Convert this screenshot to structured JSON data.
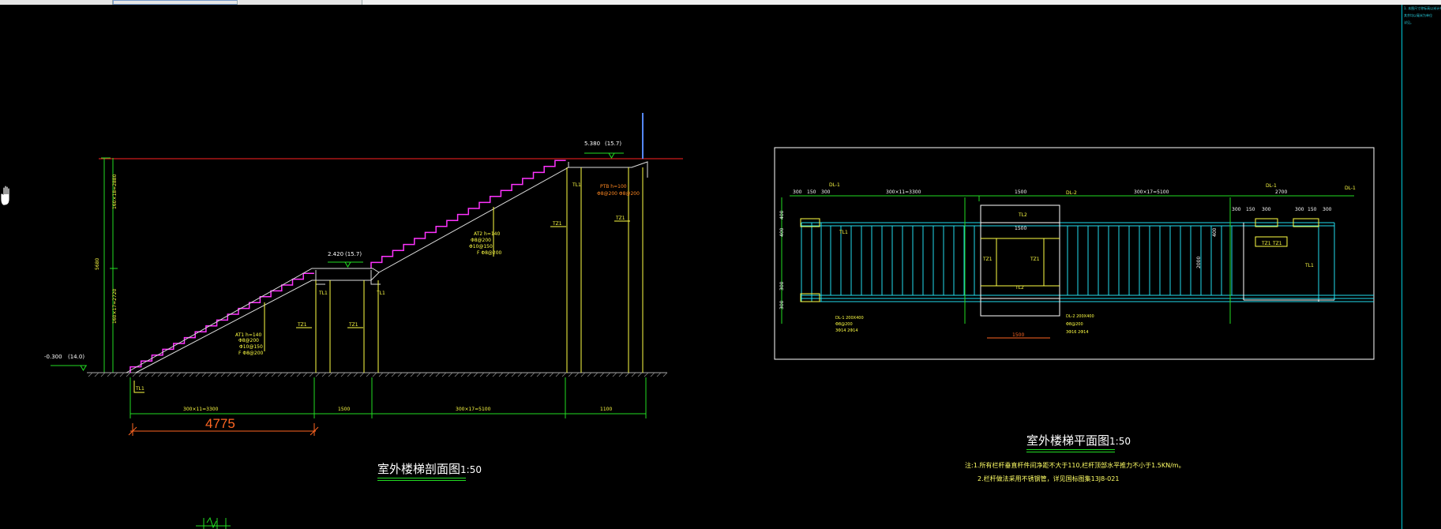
{
  "tabs": [
    "",
    "",
    ""
  ],
  "section": {
    "title": "室外楼梯剖面图",
    "scale": "1:50",
    "elev_top": "5.380",
    "elev_top_ref": "(15.7)",
    "elev_mid": "2.420",
    "elev_mid_ref": "(15.7)",
    "elev_ground": "-0.300",
    "elev_ground_ref": "(14.0)",
    "dim_4775": "4775",
    "dim_bottom": [
      "300×11=3300",
      "1500",
      "300×17=5100",
      "1100"
    ],
    "dim_vertical_total": "5680",
    "dim_vertical_upper": "160×18=2880",
    "dim_vertical_lower": "160×17=2720",
    "labels_tl": [
      "TL1",
      "TL1",
      "TL1",
      "TL1"
    ],
    "labels_tz": [
      "TZ1",
      "TZ1",
      "TZ1",
      "TZ1"
    ],
    "note_upper": [
      "AT2 h=140",
      "Φ8@200",
      "Φ10@150",
      "F Φ8@200"
    ],
    "note_lower": [
      "AT1 h=140",
      "Φ8@200",
      "Φ10@150",
      "F Φ8@200"
    ],
    "note_top": [
      "PTB h=100",
      "Φ8@200 Φ8@200"
    ]
  },
  "plan": {
    "title": "室外楼梯平面图",
    "scale": "1:50",
    "dims_top": [
      "300",
      "150",
      "300",
      "300×11=3300",
      "1500",
      "300×17=5100",
      "300",
      "150",
      "300",
      "300",
      "150",
      "300"
    ],
    "dims_top2": [
      "2700"
    ],
    "dim_center": "1500",
    "dim_center_bottom": "1500",
    "labels": [
      "DL-1",
      "DL-2",
      "DL-1",
      "DL-1",
      "TL2",
      "TL2",
      "TL1",
      "TL1",
      "TZ1",
      "TZ1",
      "TZ1",
      "TZ1"
    ],
    "side_dims": [
      "400",
      "400",
      "300",
      "300",
      "2000",
      "400"
    ],
    "note_left": [
      "DL-1  200X400",
      "Φ8@200",
      "3Φ14 2Φ14"
    ],
    "note_mid": [
      "DL-2  200X400",
      "Φ8@200",
      "3Φ16 2Φ14"
    ]
  },
  "notes": {
    "line1": "注:1.所有栏杆垂直杆件间净距不大于110,栏杆顶部水平推力不小于1.5KN/m。",
    "line2": "2.栏杆做法采用不锈钢管，详见国标图集13J8-021"
  },
  "right_panel": {
    "lines": [
      "1. 本图尺寸除标高以米计外",
      "其余均以毫米为单位",
      "详见。"
    ]
  },
  "colors": {
    "background": "#000000",
    "green": "#22dd22",
    "yellow": "#ffff44",
    "magenta": "#ff33ff",
    "red": "#ff2222",
    "cyan": "#22ddee",
    "white": "#ffffff",
    "orange": "#ff6622"
  }
}
